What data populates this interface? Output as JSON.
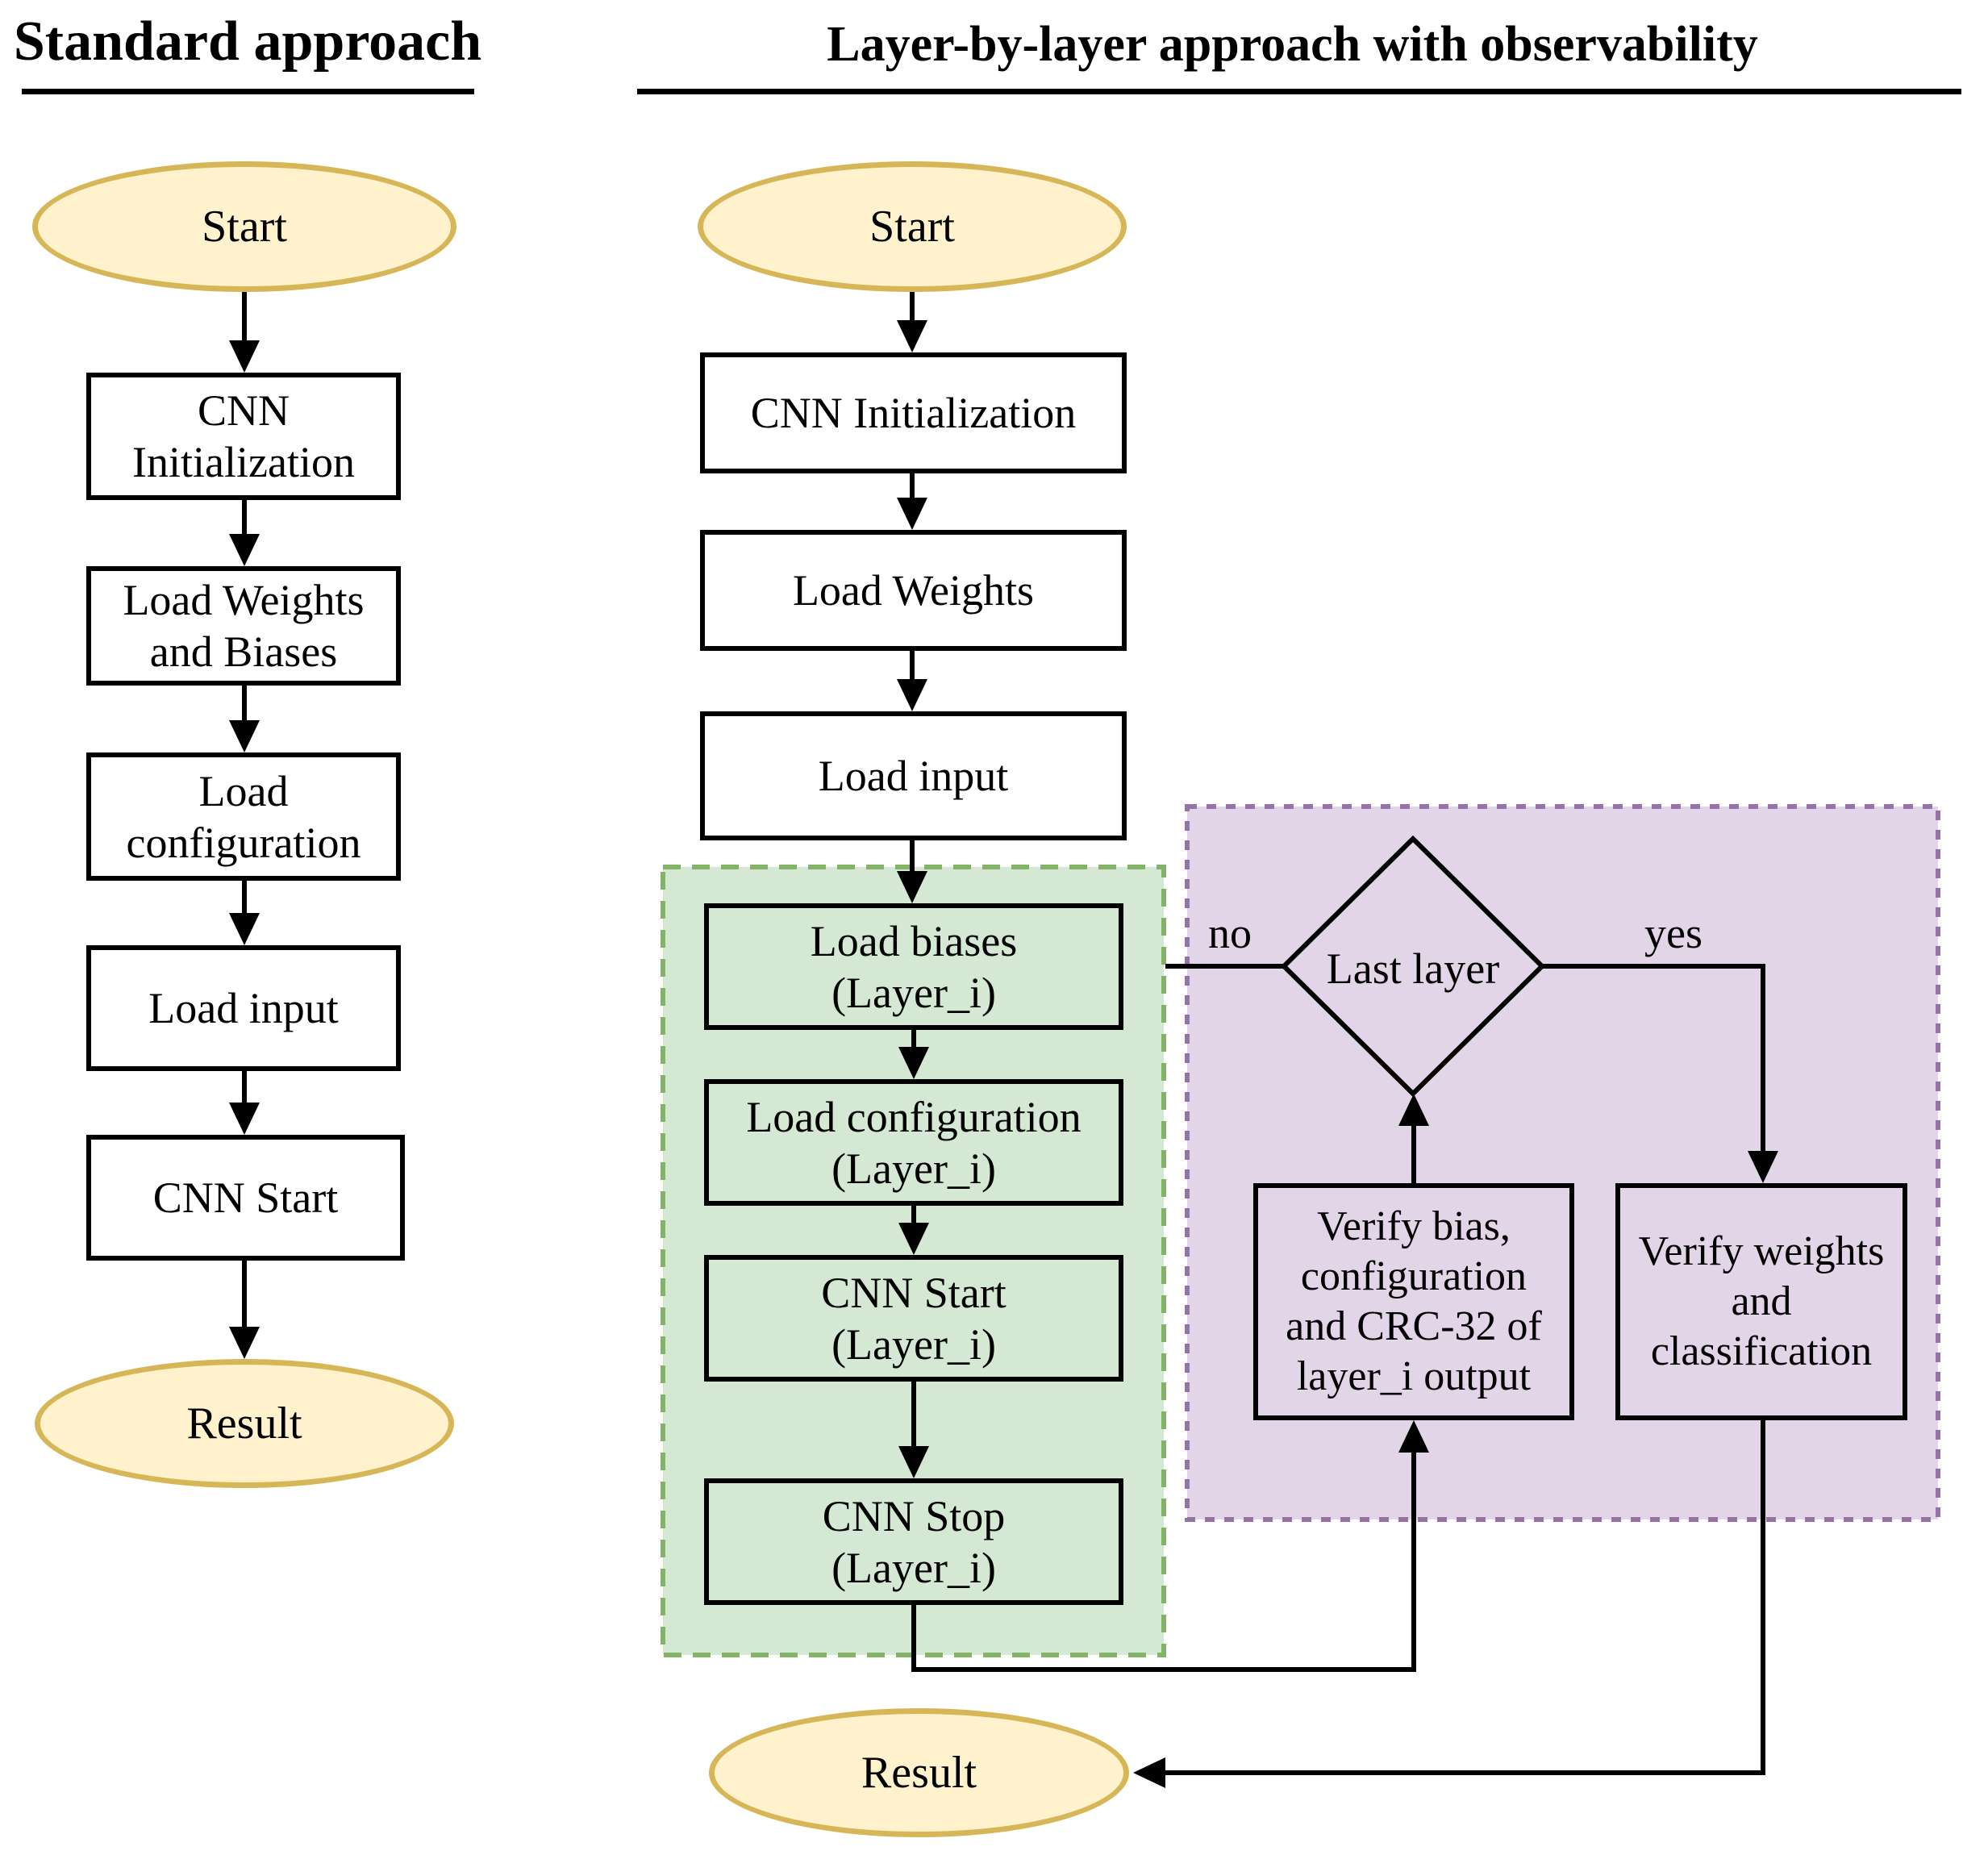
{
  "left_column": {
    "title": "Standard approach",
    "start": "Start",
    "boxes": [
      {
        "lines": [
          "CNN",
          "Initialization"
        ]
      },
      {
        "lines": [
          "Load Weights",
          "and Biases"
        ]
      },
      {
        "lines": [
          "Load",
          "configuration"
        ]
      },
      {
        "lines": [
          "Load input"
        ]
      },
      {
        "lines": [
          "CNN Start"
        ]
      }
    ],
    "end": "Result"
  },
  "right_column": {
    "title": "Layer-by-layer approach with observability",
    "start": "Start",
    "boxes": [
      {
        "lines": [
          "CNN Initialization"
        ]
      },
      {
        "lines": [
          "Load Weights"
        ]
      },
      {
        "lines": [
          "Load input"
        ]
      }
    ],
    "loop_boxes": [
      {
        "lines": [
          "Load biases",
          "(Layer_i)"
        ]
      },
      {
        "lines": [
          "Load configuration",
          "(Layer_i)"
        ]
      },
      {
        "lines": [
          "CNN Start",
          "(Layer_i)"
        ]
      },
      {
        "lines": [
          "CNN Stop",
          "(Layer_i)"
        ]
      }
    ],
    "decision": "Last layer",
    "decision_no": "no",
    "decision_yes": "yes",
    "verify_bias": {
      "lines": [
        "Verify bias,",
        "configuration",
        "and CRC-32 of",
        "layer_i output"
      ]
    },
    "verify_weights": {
      "lines": [
        "Verify weights",
        "and",
        "classification"
      ]
    },
    "end": "Result"
  },
  "colors": {
    "terminal_fill": "#FFF2CC",
    "terminal_stroke": "#D6B656",
    "loop_region_fill": "#D5E8D4",
    "loop_region_stroke": "#82B366",
    "observability_region_fill": "#E1D5E7",
    "observability_region_stroke": "#9673A6",
    "line": "#000000"
  }
}
